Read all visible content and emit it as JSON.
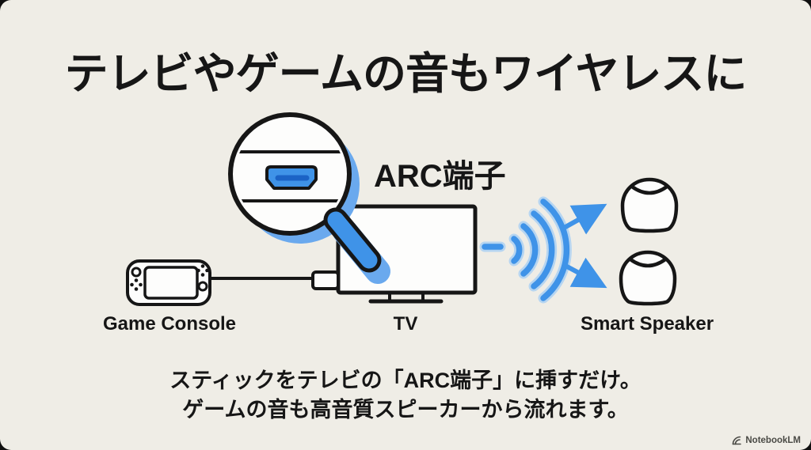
{
  "title": "テレビやゲームの音もワイヤレスに",
  "diagram": {
    "magnifier_label": "ARC端子",
    "labels": {
      "console": "Game Console",
      "tv": "TV",
      "speaker": "Smart Speaker"
    },
    "icons": [
      "game-console-icon",
      "cable-plug-icon",
      "tv-icon",
      "magnifier-icon",
      "hdmi-port-icon",
      "wireless-waves-icon",
      "arrow-top-icon",
      "arrow-bottom-icon",
      "smart-speaker-icon"
    ]
  },
  "caption": {
    "line1": "スティックをテレビの「ARC端子」に挿すだけ。",
    "line2": "ゲームの音も高音質スピーカーから流れます。"
  },
  "watermark": "NotebookLM",
  "colors": {
    "background": "#efede6",
    "ink": "#161616",
    "blue": "#3f93e8",
    "blue_shadow": "#6aa9ee",
    "blue_glow": "#a9d0f4",
    "hdmi_slot": "#1b63c6",
    "shape_fill": "#fdfdfc",
    "watermark": "#4a4a45"
  }
}
